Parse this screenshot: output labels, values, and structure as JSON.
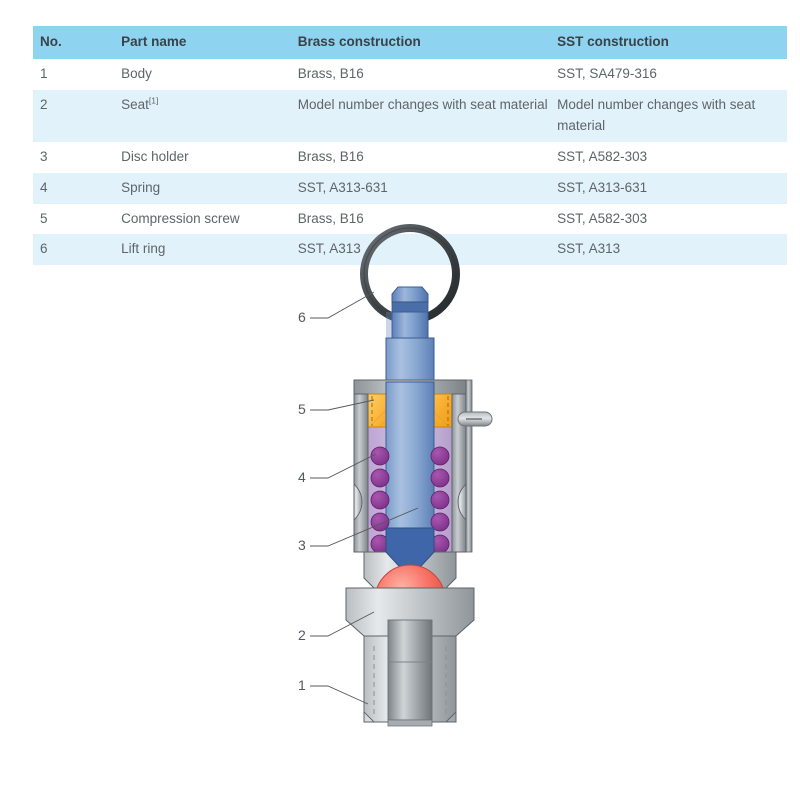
{
  "table": {
    "headers": [
      "No.",
      "Part name",
      "Brass construction",
      "SST construction"
    ],
    "rows": [
      {
        "no": "1",
        "part": "Body",
        "part_sup": "",
        "brass": "Brass, B16",
        "sst": "SST, SA479-316"
      },
      {
        "no": "2",
        "part": "Seat",
        "part_sup": "[1]",
        "brass": "Model number changes with seat material",
        "sst": "Model number changes with seat material"
      },
      {
        "no": "3",
        "part": "Disc holder",
        "part_sup": "",
        "brass": "Brass, B16",
        "sst": "SST, A582-303"
      },
      {
        "no": "4",
        "part": "Spring",
        "part_sup": "",
        "brass": "SST, A313-631",
        "sst": "SST, A313-631"
      },
      {
        "no": "5",
        "part": "Compression screw",
        "part_sup": "",
        "brass": "Brass, B16",
        "sst": "SST, A582-303"
      },
      {
        "no": "6",
        "part": "Lift ring",
        "part_sup": "",
        "brass": "SST, A313",
        "sst": "SST, A313"
      }
    ]
  },
  "figure": {
    "callouts": [
      {
        "id": "6",
        "label": "6"
      },
      {
        "id": "5",
        "label": "5"
      },
      {
        "id": "4",
        "label": "4"
      },
      {
        "id": "3",
        "label": "3"
      },
      {
        "id": "2",
        "label": "2"
      },
      {
        "id": "1",
        "label": "1"
      }
    ],
    "parts": {
      "lift_ring": "lift-ring",
      "stem": "valve-stem",
      "compression_screw": "compression-screw",
      "spring": "spring-coil",
      "disc_holder": "disc-holder",
      "seat_ball": "seat-ball",
      "body": "valve-body",
      "set_pin": "set-pin"
    }
  },
  "colors": {
    "header_band": "#8ed3ef",
    "row_stripe": "#e2f2fb",
    "text": "#5d6569",
    "heading_text": "#3b4247",
    "metal_light": "#d8dbdd",
    "metal_mid": "#9ba1a6",
    "metal_dark": "#6e7479",
    "stem_blue": "#7296c8",
    "stem_blue_dark": "#3c63a5",
    "screw_orange": "#f5a929",
    "spring_purple": "#8e3a96",
    "spring_bg": "#c9b2dc",
    "ball_red": "#f4635a",
    "ring_gray": "#4c5256"
  }
}
